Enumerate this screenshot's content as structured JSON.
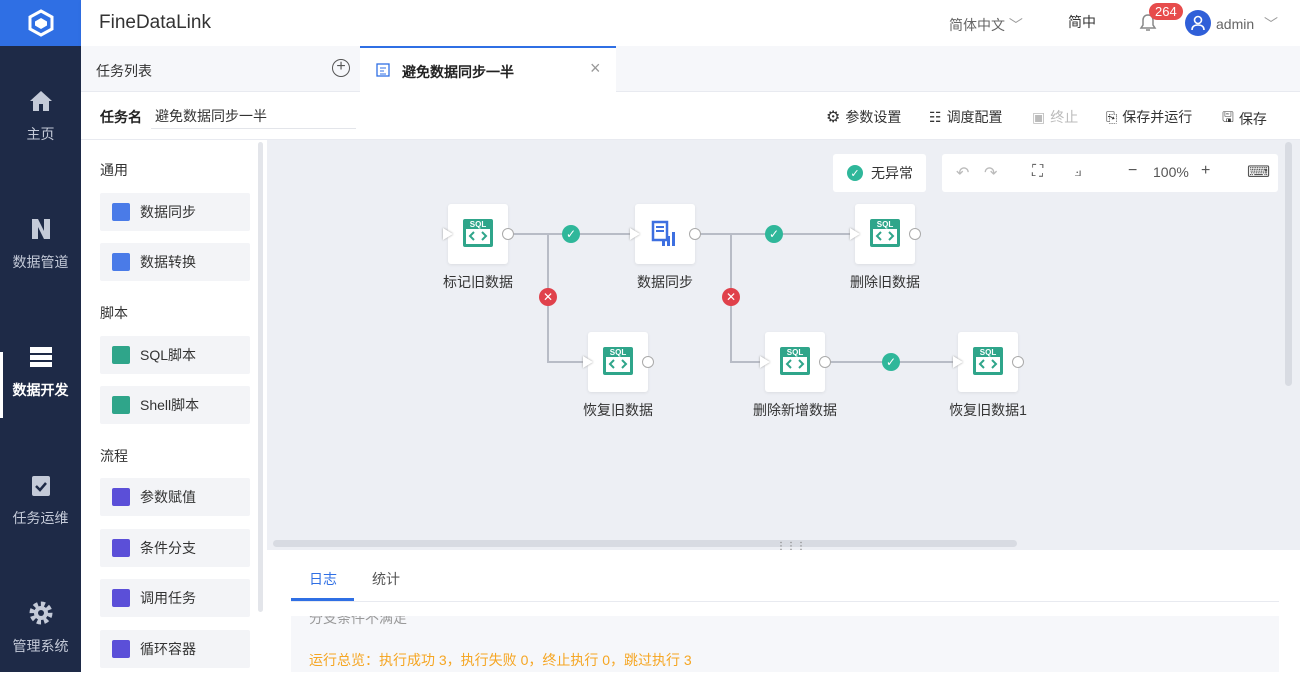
{
  "app": {
    "title": "FineDataLink"
  },
  "header": {
    "language": "简体中文",
    "lang_short": "简中",
    "notifications": "264",
    "user": "admin"
  },
  "nav": [
    {
      "label": "主页"
    },
    {
      "label": "数据管道"
    },
    {
      "label": "数据开发"
    },
    {
      "label": "任务运维"
    },
    {
      "label": "管理系统"
    }
  ],
  "tabs": {
    "list_label": "任务列表",
    "active_tab": "避免数据同步一半"
  },
  "toolbar": {
    "task_name_label": "任务名",
    "task_name_value": "避免数据同步一半",
    "params": "参数设置",
    "schedule": "调度配置",
    "stop": "终止",
    "save_run": "保存并运行",
    "save": "保存"
  },
  "palette": {
    "groups": [
      {
        "title": "通用",
        "items": [
          "数据同步",
          "数据转换"
        ]
      },
      {
        "title": "脚本",
        "items": [
          "SQL脚本",
          "Shell脚本"
        ]
      },
      {
        "title": "流程",
        "items": [
          "参数赋值",
          "条件分支",
          "调用任务",
          "循环容器"
        ]
      }
    ]
  },
  "canvas": {
    "status": "无异常",
    "zoom": "100%",
    "nodes": [
      "标记旧数据",
      "数据同步",
      "删除旧数据",
      "恢复旧数据",
      "删除新增数据",
      "恢复旧数据1"
    ],
    "sql_glyph": "SQL"
  },
  "bottom": {
    "tabs": [
      "日志",
      "统计"
    ],
    "log_lines": [
      "分支条件不满足",
      "运行总览：执行成功 3，执行失败 0，终止执行 0，跳过执行 3"
    ]
  },
  "colors": {
    "accent": "#2f6fe4",
    "nav_bg": "#1e2a47",
    "success": "#2fb79a",
    "error": "#e0414b",
    "warning": "#f5a623"
  }
}
